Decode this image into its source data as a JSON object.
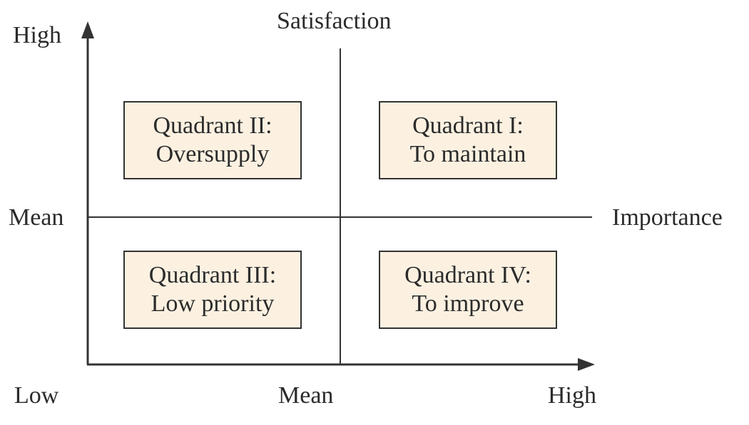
{
  "diagram": {
    "y_axis": {
      "title": "Satisfaction",
      "high_label": "High",
      "mean_label": "Mean"
    },
    "x_axis": {
      "title": "Importance",
      "low_label": "Low",
      "mean_label": "Mean",
      "high_label": "High"
    },
    "quadrants": [
      {
        "line1": "Quadrant I:",
        "line2": "To maintain"
      },
      {
        "line1": "Quadrant II:",
        "line2": "Oversupply"
      },
      {
        "line1": "Quadrant III:",
        "line2": "Low priority"
      },
      {
        "line1": "Quadrant IV:",
        "line2": "To improve"
      }
    ],
    "colors": {
      "box_fill": "#fcf1e1",
      "line": "#333333",
      "text": "#2b2b2b"
    }
  }
}
